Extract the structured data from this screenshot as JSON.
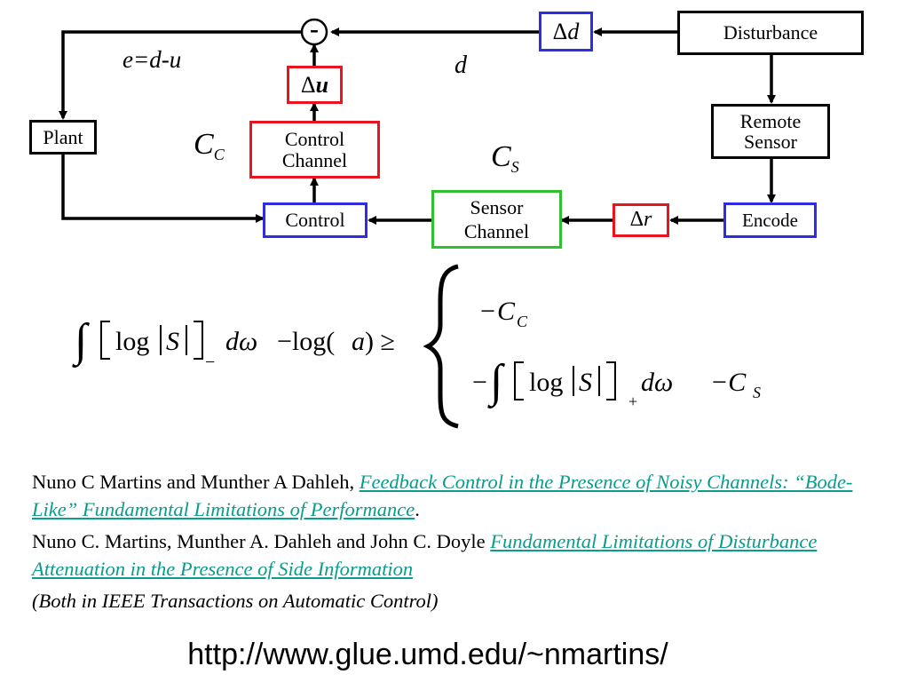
{
  "diagram": {
    "blocks": {
      "disturbance": "Disturbance",
      "delta_d": {
        "delta": "Δ",
        "var": "d"
      },
      "remote_sensor": [
        "Remote",
        "Sensor"
      ],
      "encode": "Encode",
      "delta_r": {
        "delta": "Δ",
        "var": "r"
      },
      "sensor_channel": [
        "Sensor",
        "Channel"
      ],
      "control": "Control",
      "control_channel": [
        "Control",
        "Channel"
      ],
      "delta_u": {
        "delta": "Δ",
        "var": "u"
      },
      "plant": "Plant",
      "summing_sign": "-"
    },
    "labels": {
      "error_eq": "e=d-u",
      "d": "d",
      "cc_main": "C",
      "cc_sub": "C",
      "cs_main": "C",
      "cs_sub": "S"
    },
    "colors": {
      "black": "#000000",
      "red": "#e8141e",
      "blue": "#2e2ee0",
      "green": "#2fc12f",
      "link": "#0a9c8c"
    }
  },
  "formula": {
    "lhs_log": "log",
    "lhs_S": "S",
    "lhs_minus_sub": "−",
    "lhs_domega": "dω",
    "lhs_minus_log": "−log(",
    "lhs_a": "a",
    "lhs_close_geq": ") ≥",
    "case1_minus": "−",
    "case1_C": "C",
    "case1_sub": "C",
    "case2_minus": "−",
    "case2_log": "log",
    "case2_S": "S",
    "case2_plus_sub": "+",
    "case2_domega": "dω",
    "case2_minus_C": "−C",
    "case2_sub": "S"
  },
  "references": {
    "ref1_authors": "Nuno C Martins and Munther A Dahleh,",
    "ref1_title": "Feedback Control in the Presence of Noisy Channels: “Bode-Like” Fundamental Limitations of Performance",
    "ref1_end": ".",
    "ref2_authors": "Nuno C. Martins, Munther A. Dahleh and John C. Doyle",
    "ref2_title": "Fundamental Limitations of Disturbance Attenuation in the Presence of Side Information",
    "note": "(Both in IEEE Transactions on Automatic Control)"
  },
  "url": "http://www.glue.umd.edu/~nmartins/"
}
